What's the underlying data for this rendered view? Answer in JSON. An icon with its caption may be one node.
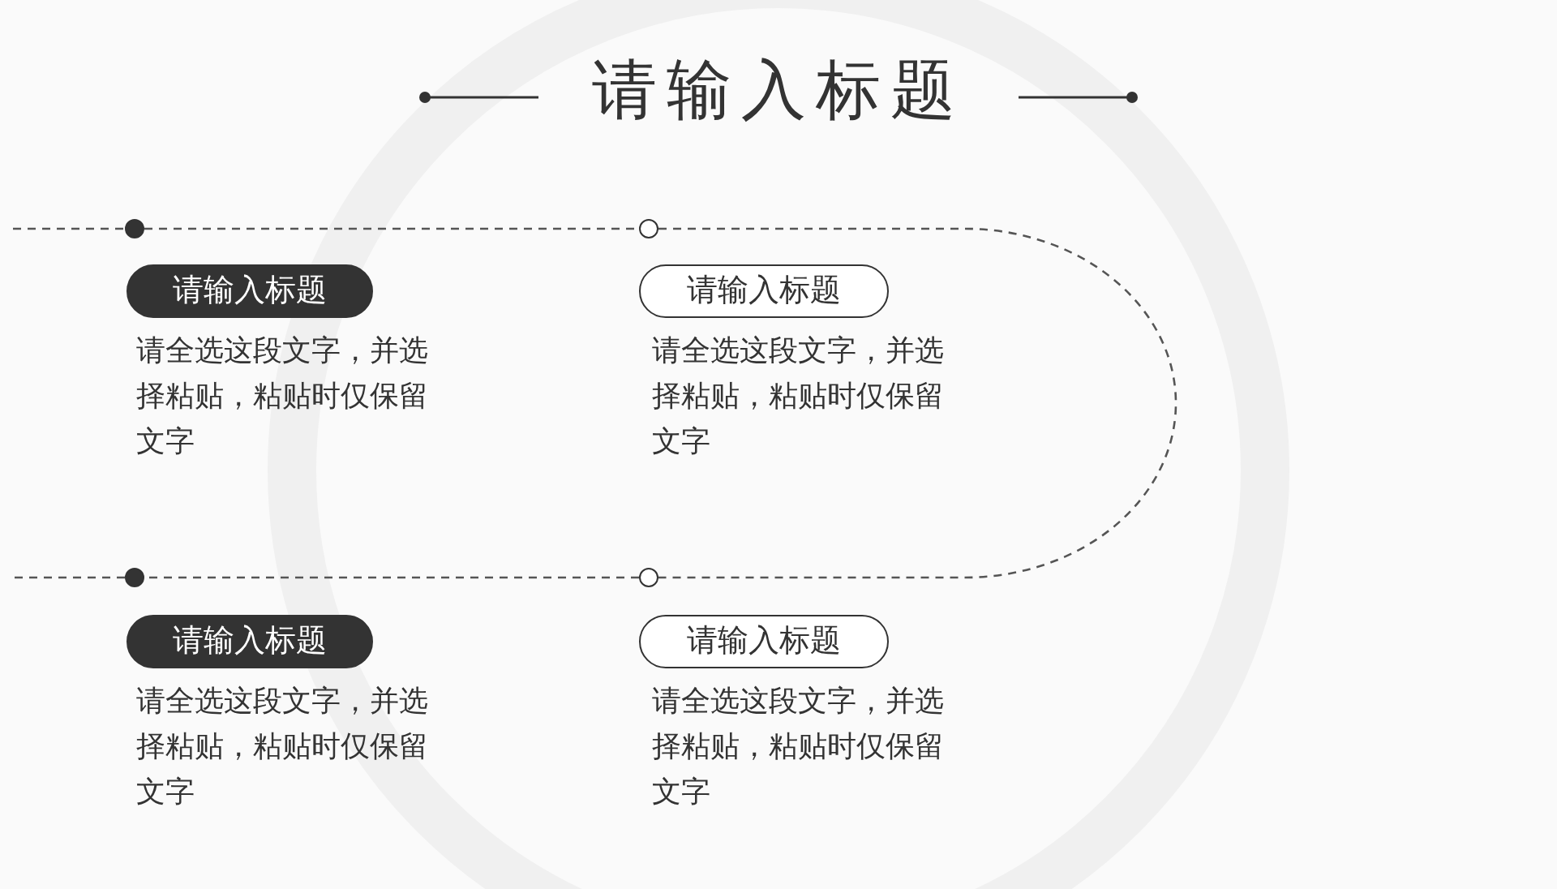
{
  "diagram": {
    "title": "请输入标题",
    "nodes": [
      {
        "text": [],
        "shape": "circle"
      },
      {
        "text": [
          "请输入标题"
        ],
        "beside": [
          "请全选这段文字，并选择粘贴，粘贴时仅保留文字"
        ]
      },
      {
        "text": [],
        "shape": "circle"
      },
      {
        "text": [
          "请输入标题"
        ],
        "beside": [
          "请全选这段文字，并选择粘贴，粘贴时仅保留文字"
        ]
      },
      {
        "text": [],
        "shape": "circle"
      },
      {
        "text": [
          "请输入标题"
        ],
        "beside": [
          "请全选这段文字，并选择粘贴，粘贴时仅保留文字"
        ]
      },
      {
        "text": [],
        "shape": "circle"
      },
      {
        "text": [
          "请输入标题"
        ],
        "beside": [
          "请全选这段文字，并选择粘贴，粘贴时仅保留文字"
        ]
      }
    ],
    "edges": [
      {
        "from": null,
        "to": 0,
        "arrow": "none",
        "style": "dashed"
      },
      {
        "from": 0,
        "to": 2,
        "arrow": "none",
        "style": "dashed"
      },
      {
        "from": 2,
        "to": 6,
        "arrow": "none",
        "style": "dashed"
      },
      {
        "from": 6,
        "to": 4,
        "arrow": "none",
        "style": "dashed"
      },
      {
        "from": 4,
        "to": null,
        "arrow": "none",
        "style": "dashed"
      }
    ]
  }
}
